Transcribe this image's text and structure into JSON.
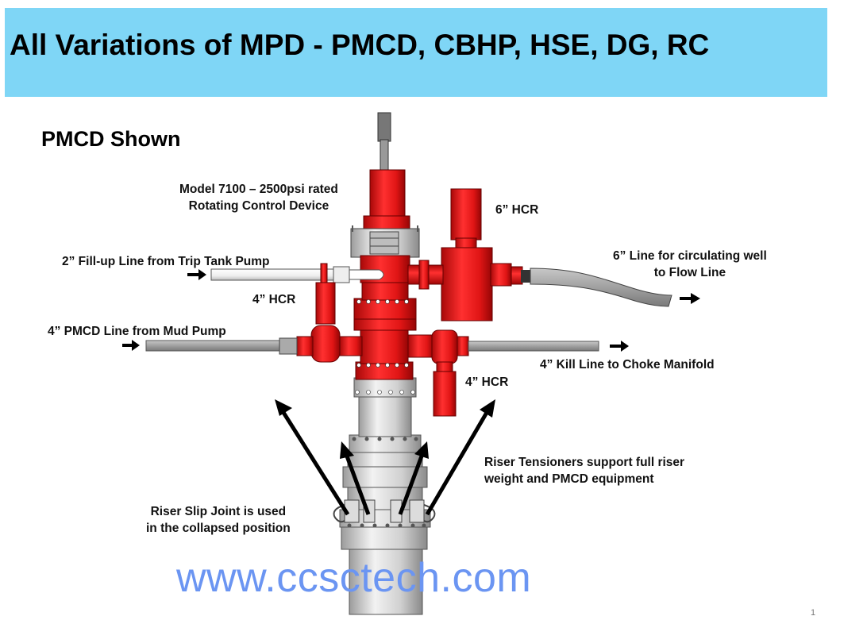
{
  "title": "All Variations of MPD - PMCD, CBHP, HSE, DG, RC",
  "subtitle": "PMCD Shown",
  "labels": {
    "rcd_line1": "Model 7100 – 2500psi rated",
    "rcd_line2": "Rotating Control Device",
    "hcr_top_right": "6” HCR",
    "fillup_line": "2” Fill-up Line from Trip Tank Pump",
    "hcr_left": "4” HCR",
    "pmcd_line": "4” PMCD Line from Mud Pump",
    "circ_line1": "6” Line for circulating well",
    "circ_line2": "to Flow Line",
    "kill_line": "4” Kill Line to Choke Manifold",
    "hcr_bottom_right": "4” HCR",
    "tensioners_line1": "Riser Tensioners support full riser",
    "tensioners_line2": "weight and PMCD equipment",
    "slip_line1": "Riser Slip Joint is used",
    "slip_line2": "in the collapsed position"
  },
  "watermark": "www.ccsctech.com",
  "page_number": "1",
  "colors": {
    "banner": "#7fd6f6",
    "equipment_red": "#e01515",
    "steel_gray": "#d4d4d4",
    "line_gray": "#9a9a9a",
    "watermark": "#6b95f2"
  }
}
